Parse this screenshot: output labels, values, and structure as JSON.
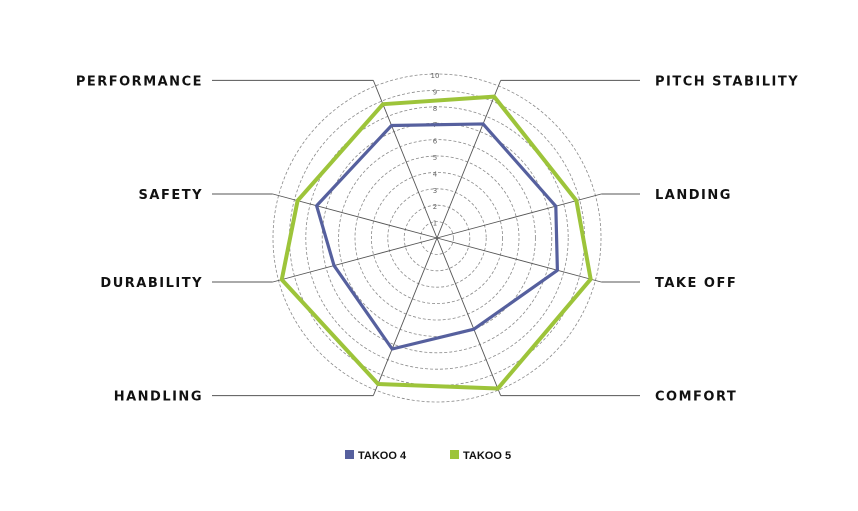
{
  "chart_data": {
    "type": "radar",
    "axes": [
      "PITCH STABILITY",
      "LANDING",
      "TAKE OFF",
      "COMFORT",
      "HANDLING",
      "DURABILITY",
      "SAFETY",
      "PERFORMANCE"
    ],
    "scale": {
      "min": 0,
      "max": 10,
      "ticks": [
        "1",
        "2",
        "3",
        "4",
        "5",
        "6",
        "7",
        "8",
        "9",
        "10"
      ]
    },
    "series": [
      {
        "name": "TAKOO 4",
        "color": "#56609e",
        "values": [
          7.5,
          7.5,
          7.6,
          6.0,
          7.3,
          6.5,
          7.6,
          7.4
        ]
      },
      {
        "name": "TAKOO 5",
        "color": "#9dc43a",
        "values": [
          9.3,
          8.8,
          9.7,
          9.9,
          9.6,
          9.8,
          8.8,
          8.8
        ]
      }
    ],
    "grid": "dashed circles",
    "legend_position": "bottom-center"
  }
}
